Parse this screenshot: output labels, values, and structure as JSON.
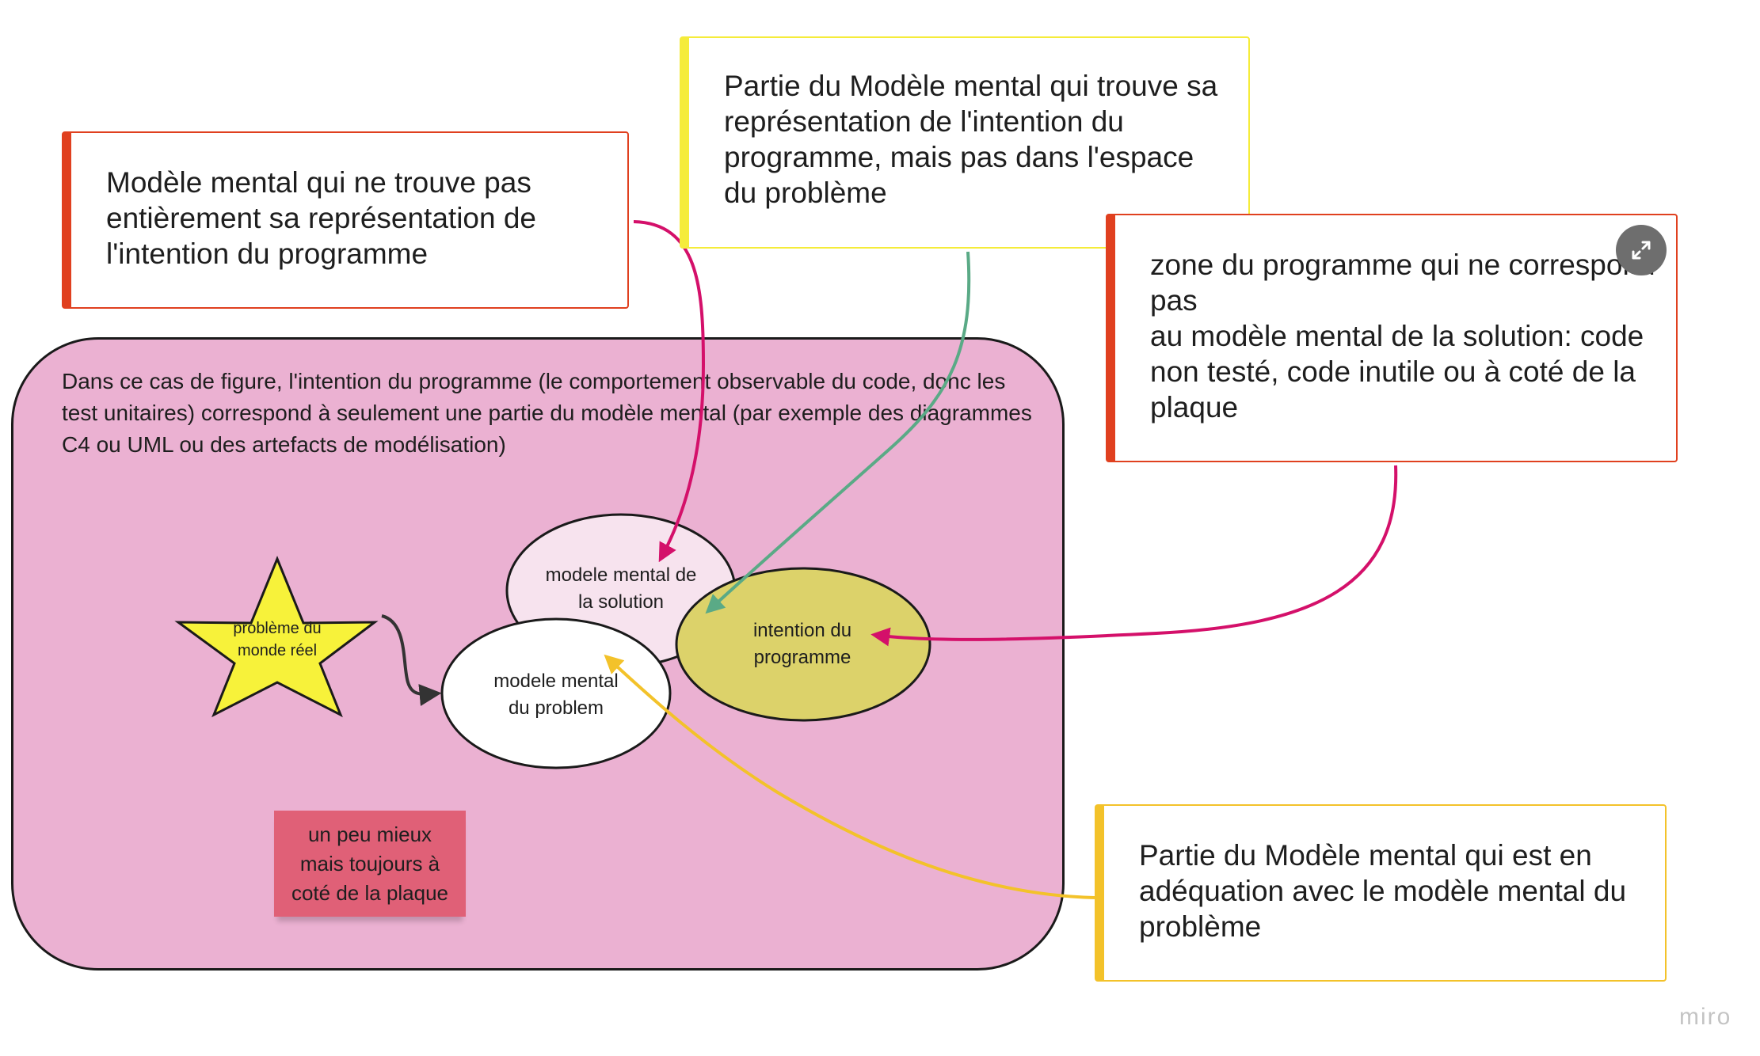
{
  "frame": {
    "text": "Dans ce cas de figure, l'intention du programme (le comportement observable du code, donc les test unitaires) correspond à seulement une partie du modèle mental (par exemple des diagrammes C4 ou UML ou des artefacts de modélisation)",
    "color": "#ebb1d2"
  },
  "cards": {
    "left": "Modèle mental qui ne trouve pas entièrement  sa représentation de l'intention du programme",
    "top": "Partie du Modèle mental qui  trouve sa représentation de l'intention du programme, mais pas dans l'espace du problème",
    "right": "zone du programme qui ne correspond pas\nau modèle mental de la solution: code non testé, code inutile ou à coté de la plaque",
    "bottom": "Partie du Modèle mental qui  est en adéquation avec le modèle mental du problème"
  },
  "shapes": {
    "star": "problème du\nmonde réel",
    "ellipse_solution": "modele mental de\nla solution",
    "ellipse_problem": "modele mental\ndu problem",
    "ellipse_intention": "intention du\nprogramme"
  },
  "sticky": "un peu mieux\nmais toujours à\ncoté de la plaque",
  "watermark": "miro",
  "icons": {
    "expand": "expand-icon"
  },
  "colors": {
    "red": "#e0401f",
    "yellow": "#f5ec3a",
    "gold": "#f3c22a",
    "magenta_arrow": "#d4106a",
    "teal_arrow": "#5aaa86",
    "sticky": "#e06077",
    "intention_fill": "#dcd26a",
    "star_fill": "#f7f23a"
  }
}
